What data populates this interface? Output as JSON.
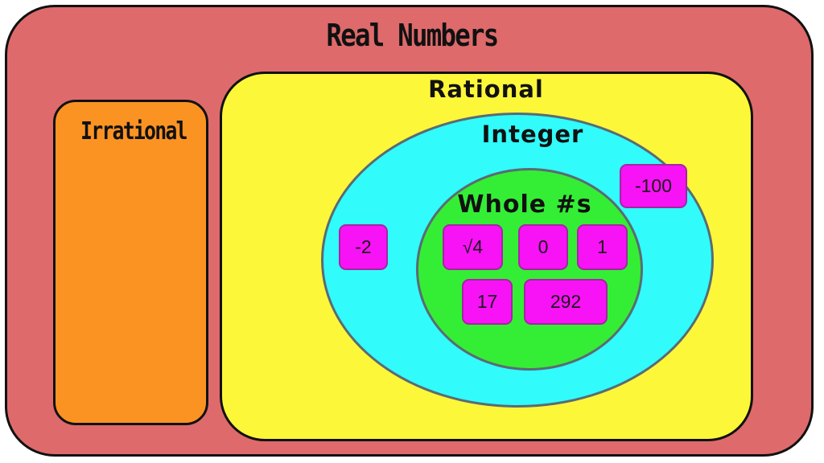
{
  "diagram": {
    "real_label": "Real Numbers",
    "irrational_label": "Irrational",
    "rational_label": "Rational",
    "integer_label": "Integer",
    "whole_label": "Whole #s"
  },
  "numbers": {
    "neg_two": "-2",
    "neg_hundred": "-100",
    "sqrt_four": "√4",
    "zero": "0",
    "one": "1",
    "seventeen": "17",
    "two_ninety_two": "292"
  },
  "colors": {
    "real": "#de6a6c",
    "irrational": "#fb9323",
    "rational": "#fdf739",
    "integer": "#31fbfb",
    "whole": "#34ee36",
    "chip": "#f812f6"
  }
}
